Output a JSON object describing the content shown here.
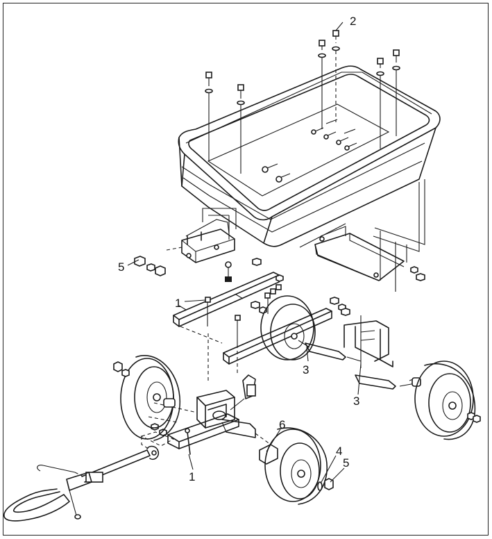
{
  "callouts": {
    "c1a": "1",
    "c1b": "1",
    "c2": "2",
    "c3a": "3",
    "c3b": "3",
    "c4": "4",
    "c5a": "5",
    "c5b": "5",
    "c6": "6"
  }
}
